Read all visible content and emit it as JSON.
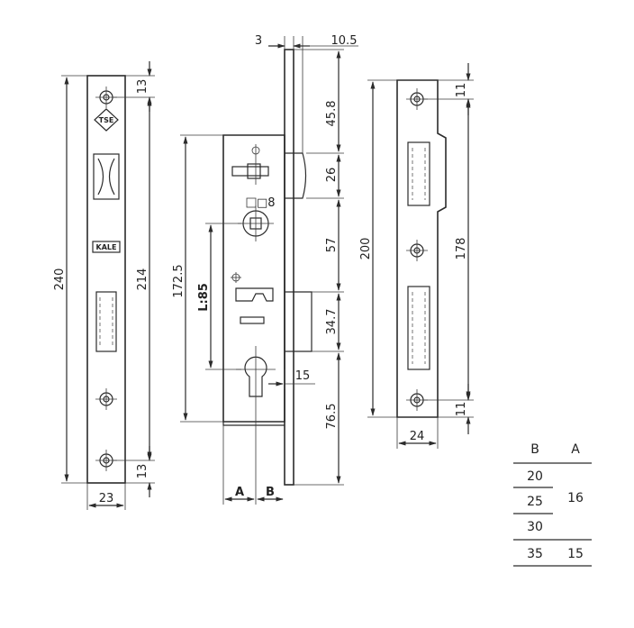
{
  "faceplate": {
    "dims": {
      "total": "240",
      "hole_span": "214",
      "top": "13",
      "bottom": "13",
      "width": "23"
    },
    "logos": {
      "upper": "TSE",
      "lower": "KALE"
    }
  },
  "body": {
    "dims": {
      "offset": "3",
      "plate": "10.5",
      "top": "45.8",
      "latch": "26",
      "mid": "57",
      "lock": "34.7",
      "bottom": "76.5",
      "height": "172.5",
      "cyl": "15",
      "spindle": "□8",
      "pitch": "L:85"
    },
    "labels": {
      "a": "A",
      "b": "B"
    }
  },
  "strike": {
    "dims": {
      "height": "200",
      "hole_span": "178",
      "top": "11",
      "bottom": "11",
      "width": "24"
    }
  },
  "table": {
    "headers": {
      "b": "B",
      "a": "A"
    },
    "rows": [
      {
        "b": "20",
        "a": ""
      },
      {
        "b": "25",
        "a": "16"
      },
      {
        "b": "30",
        "a": ""
      },
      {
        "b": "35",
        "a": "15"
      }
    ]
  }
}
